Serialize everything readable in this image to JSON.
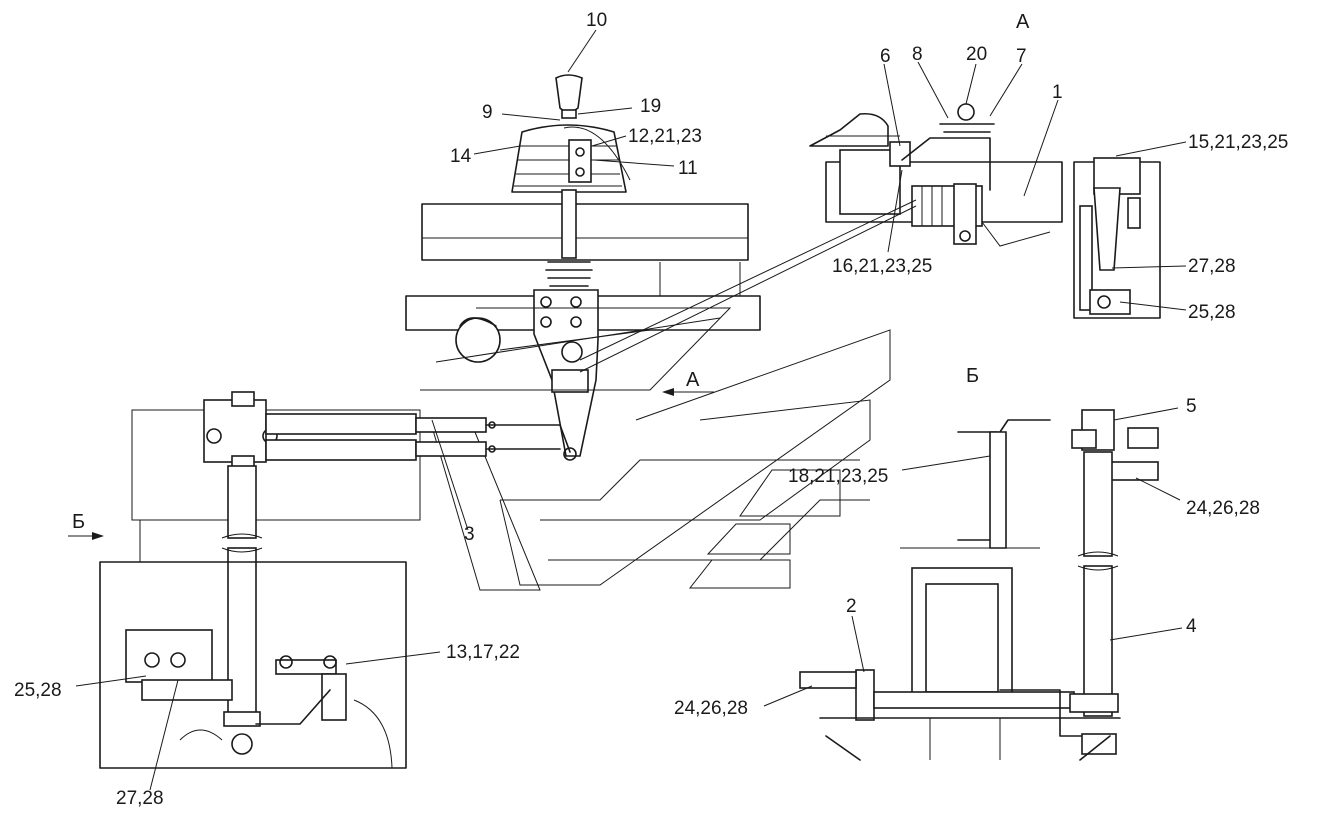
{
  "views": {
    "a_title": "А",
    "b_title": "Б",
    "a_arrow": "А",
    "b_arrow": "Б"
  },
  "callouts": {
    "c10": "10",
    "c9": "9",
    "c19": "19",
    "c12": "12,21,23",
    "c14": "14",
    "c11": "11",
    "c6": "6",
    "c8": "8",
    "c20": "20",
    "c7": "7",
    "c1": "1",
    "c15": "15,21,23,25",
    "c16": "16,21,23,25",
    "c27a": "27,28",
    "c25a": "25,28",
    "c5": "5",
    "c18": "18,21,23,25",
    "c24a": "24,26,28",
    "c4": "4",
    "c2": "2",
    "c24b": "24,26,28",
    "c3": "3",
    "c13": "13,17,22",
    "c25b": "25,28",
    "c27b": "27,28"
  }
}
